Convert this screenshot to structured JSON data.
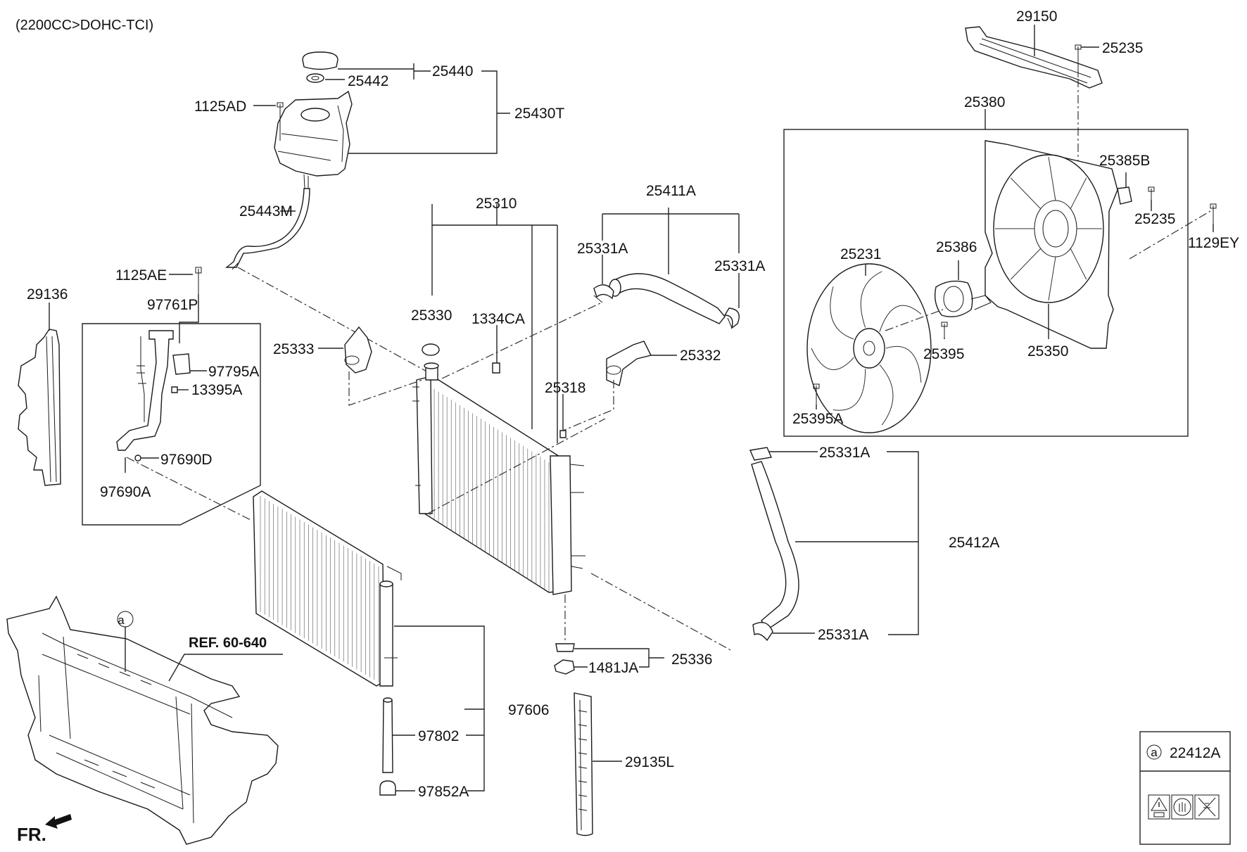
{
  "header": {
    "engine_note": "(2200CC>DOHC-TCI)"
  },
  "reference": {
    "ref_label": "REF. 60-640",
    "callout_letter": "a"
  },
  "orientation": {
    "front_label": "FR."
  },
  "legend": {
    "callout_letter": "a",
    "part_number": "22412A",
    "warning_icons": [
      "caution-triangle-icon",
      "hand-prohibited-icon",
      "no-hot-coolant-icon"
    ]
  },
  "labels": {
    "p25440": "25440",
    "p25442": "25442",
    "p25430T": "25430T",
    "p1125AD": "1125AD",
    "p25443M": "25443M",
    "p1125AE": "1125AE",
    "p29136": "29136",
    "p97761P": "97761P",
    "p97795A": "97795A",
    "p13395A": "13395A",
    "p97690D": "97690D",
    "p97690A": "97690A",
    "p25310": "25310",
    "p25330": "25330",
    "p1334CA": "1334CA",
    "p25333": "25333",
    "p25318": "25318",
    "p25411A": "25411A",
    "p25331A_1": "25331A",
    "p25331A_2": "25331A",
    "p25332": "25332",
    "p29150": "29150",
    "p25235_1": "25235",
    "p25380": "25380",
    "p25385B": "25385B",
    "p25235_2": "25235",
    "p1129EY": "1129EY",
    "p25231": "25231",
    "p25386": "25386",
    "p25395": "25395",
    "p25350": "25350",
    "p25395A": "25395A",
    "p25331A_3": "25331A",
    "p25412A": "25412A",
    "p25331A_4": "25331A",
    "p25336": "25336",
    "p1481JA": "1481JA",
    "p97606": "97606",
    "p97802": "97802",
    "p97852A": "97852A",
    "p29135L": "29135L"
  }
}
